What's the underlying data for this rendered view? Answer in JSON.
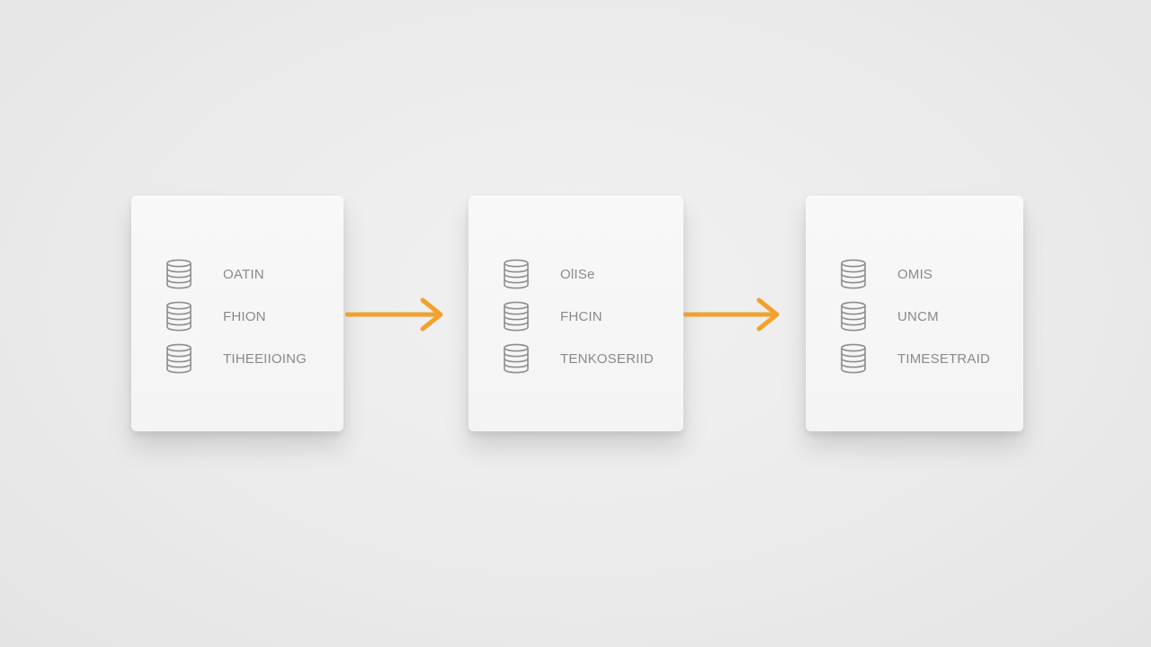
{
  "diagram": {
    "accent_color": "#f2a12e",
    "icon_color": "#8d8d8d",
    "nodes": [
      {
        "rows": [
          {
            "icon": "database-icon",
            "label": "OATIN"
          },
          {
            "icon": "database-icon",
            "label": "FHION"
          },
          {
            "icon": "database-icon",
            "label": "TIHEEIIOING"
          }
        ]
      },
      {
        "rows": [
          {
            "icon": "database-icon",
            "label": "OlISe"
          },
          {
            "icon": "database-icon",
            "label": "FHCIN"
          },
          {
            "icon": "database-icon",
            "label": "TENKOSERIID"
          }
        ]
      },
      {
        "rows": [
          {
            "icon": "database-icon",
            "label": "OMIS"
          },
          {
            "icon": "database-icon",
            "label": "UNCM"
          },
          {
            "icon": "database-icon",
            "label": "TIMESETRAID"
          }
        ]
      }
    ],
    "edges": [
      {
        "from": 0,
        "to": 1,
        "icon": "arrow-right-icon"
      },
      {
        "from": 1,
        "to": 2,
        "icon": "arrow-right-icon"
      }
    ]
  }
}
